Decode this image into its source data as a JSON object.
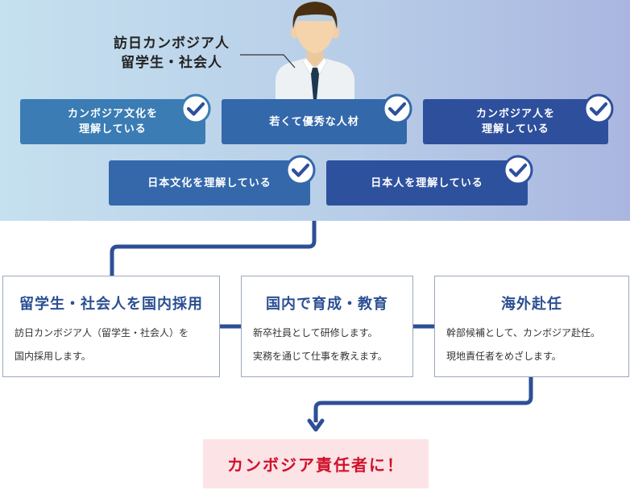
{
  "person": {
    "label_line1": "訪日カンボジア人",
    "label_line2": "留学生・社会人"
  },
  "traits": [
    {
      "text": "カンボジア文化を\n理解している"
    },
    {
      "text": "若くて優秀な人材"
    },
    {
      "text": "カンボジア人を\n理解している"
    },
    {
      "text": "日本文化を理解している"
    },
    {
      "text": "日本人を理解している"
    }
  ],
  "steps": [
    {
      "title": "留学生・社会人を国内採用",
      "desc": [
        "訪日カンボジア人（留学生・社会人）を",
        "国内採用します。"
      ]
    },
    {
      "title": "国内で育成・教育",
      "desc": [
        "新卒社員として研修します。",
        "実務を通じて仕事を教えます。"
      ]
    },
    {
      "title": "海外赴任",
      "desc": [
        "幹部候補として、カンボジア赴任。",
        "現地責任者をめざします。"
      ]
    }
  ],
  "result": {
    "text": "カンボジア責任者に！"
  },
  "colors": {
    "trait_light": "#3a7cb3",
    "trait_mid": "#3368aa",
    "trait_dark": "#2e4f9c",
    "connector": "#2d4f95",
    "step_title": "#2b4f92",
    "result_text": "#d0112b",
    "result_bg": "#fbe3e6"
  }
}
